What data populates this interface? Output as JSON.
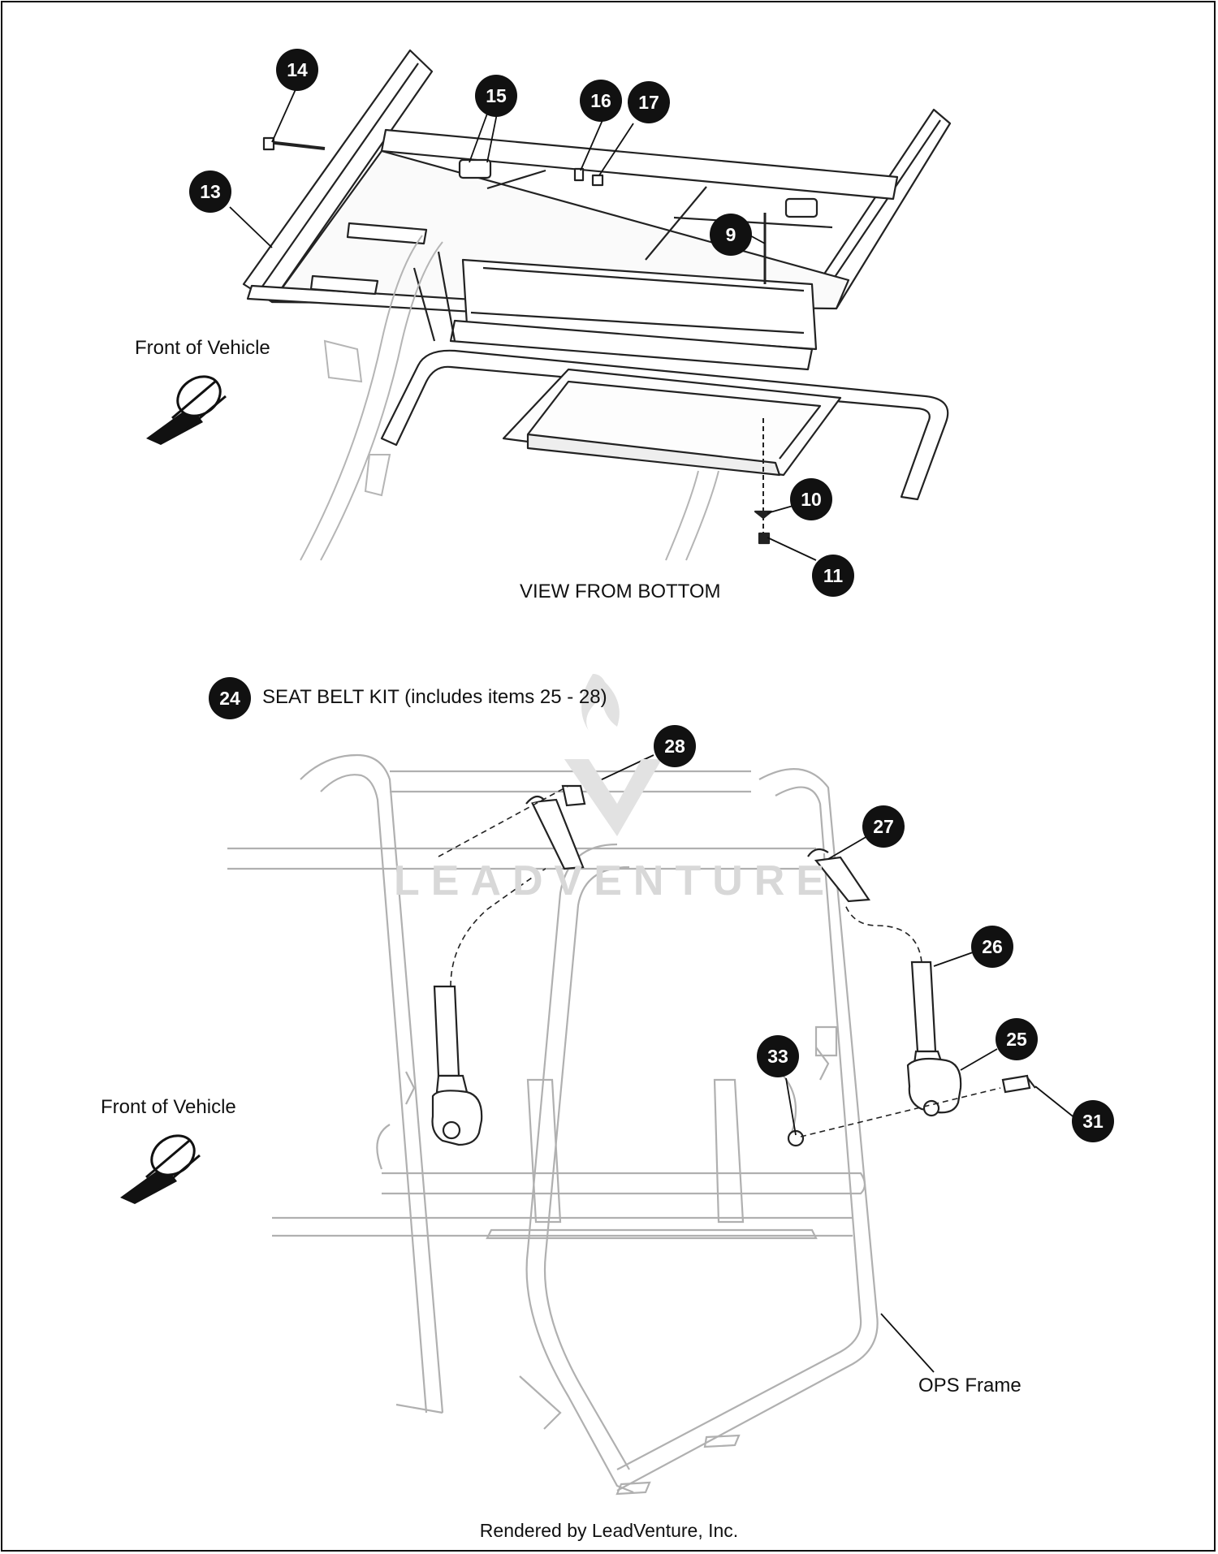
{
  "top_view": {
    "caption": "VIEW FROM BOTTOM",
    "front_label": "Front of Vehicle",
    "callouts": [
      "14",
      "15",
      "16",
      "17",
      "13",
      "9",
      "10",
      "11"
    ]
  },
  "bottom_view": {
    "kit_callout": "24",
    "kit_label": "SEAT BELT KIT (includes items 25 - 28)",
    "front_label": "Front of Vehicle",
    "frame_label": "OPS Frame",
    "callouts": [
      "28",
      "27",
      "26",
      "25",
      "33",
      "31"
    ]
  },
  "watermark": "LEADVENTURE",
  "footer": "Rendered by LeadVenture, Inc.",
  "icons": [
    "front-arrow-icon",
    "logo-flame-icon"
  ]
}
